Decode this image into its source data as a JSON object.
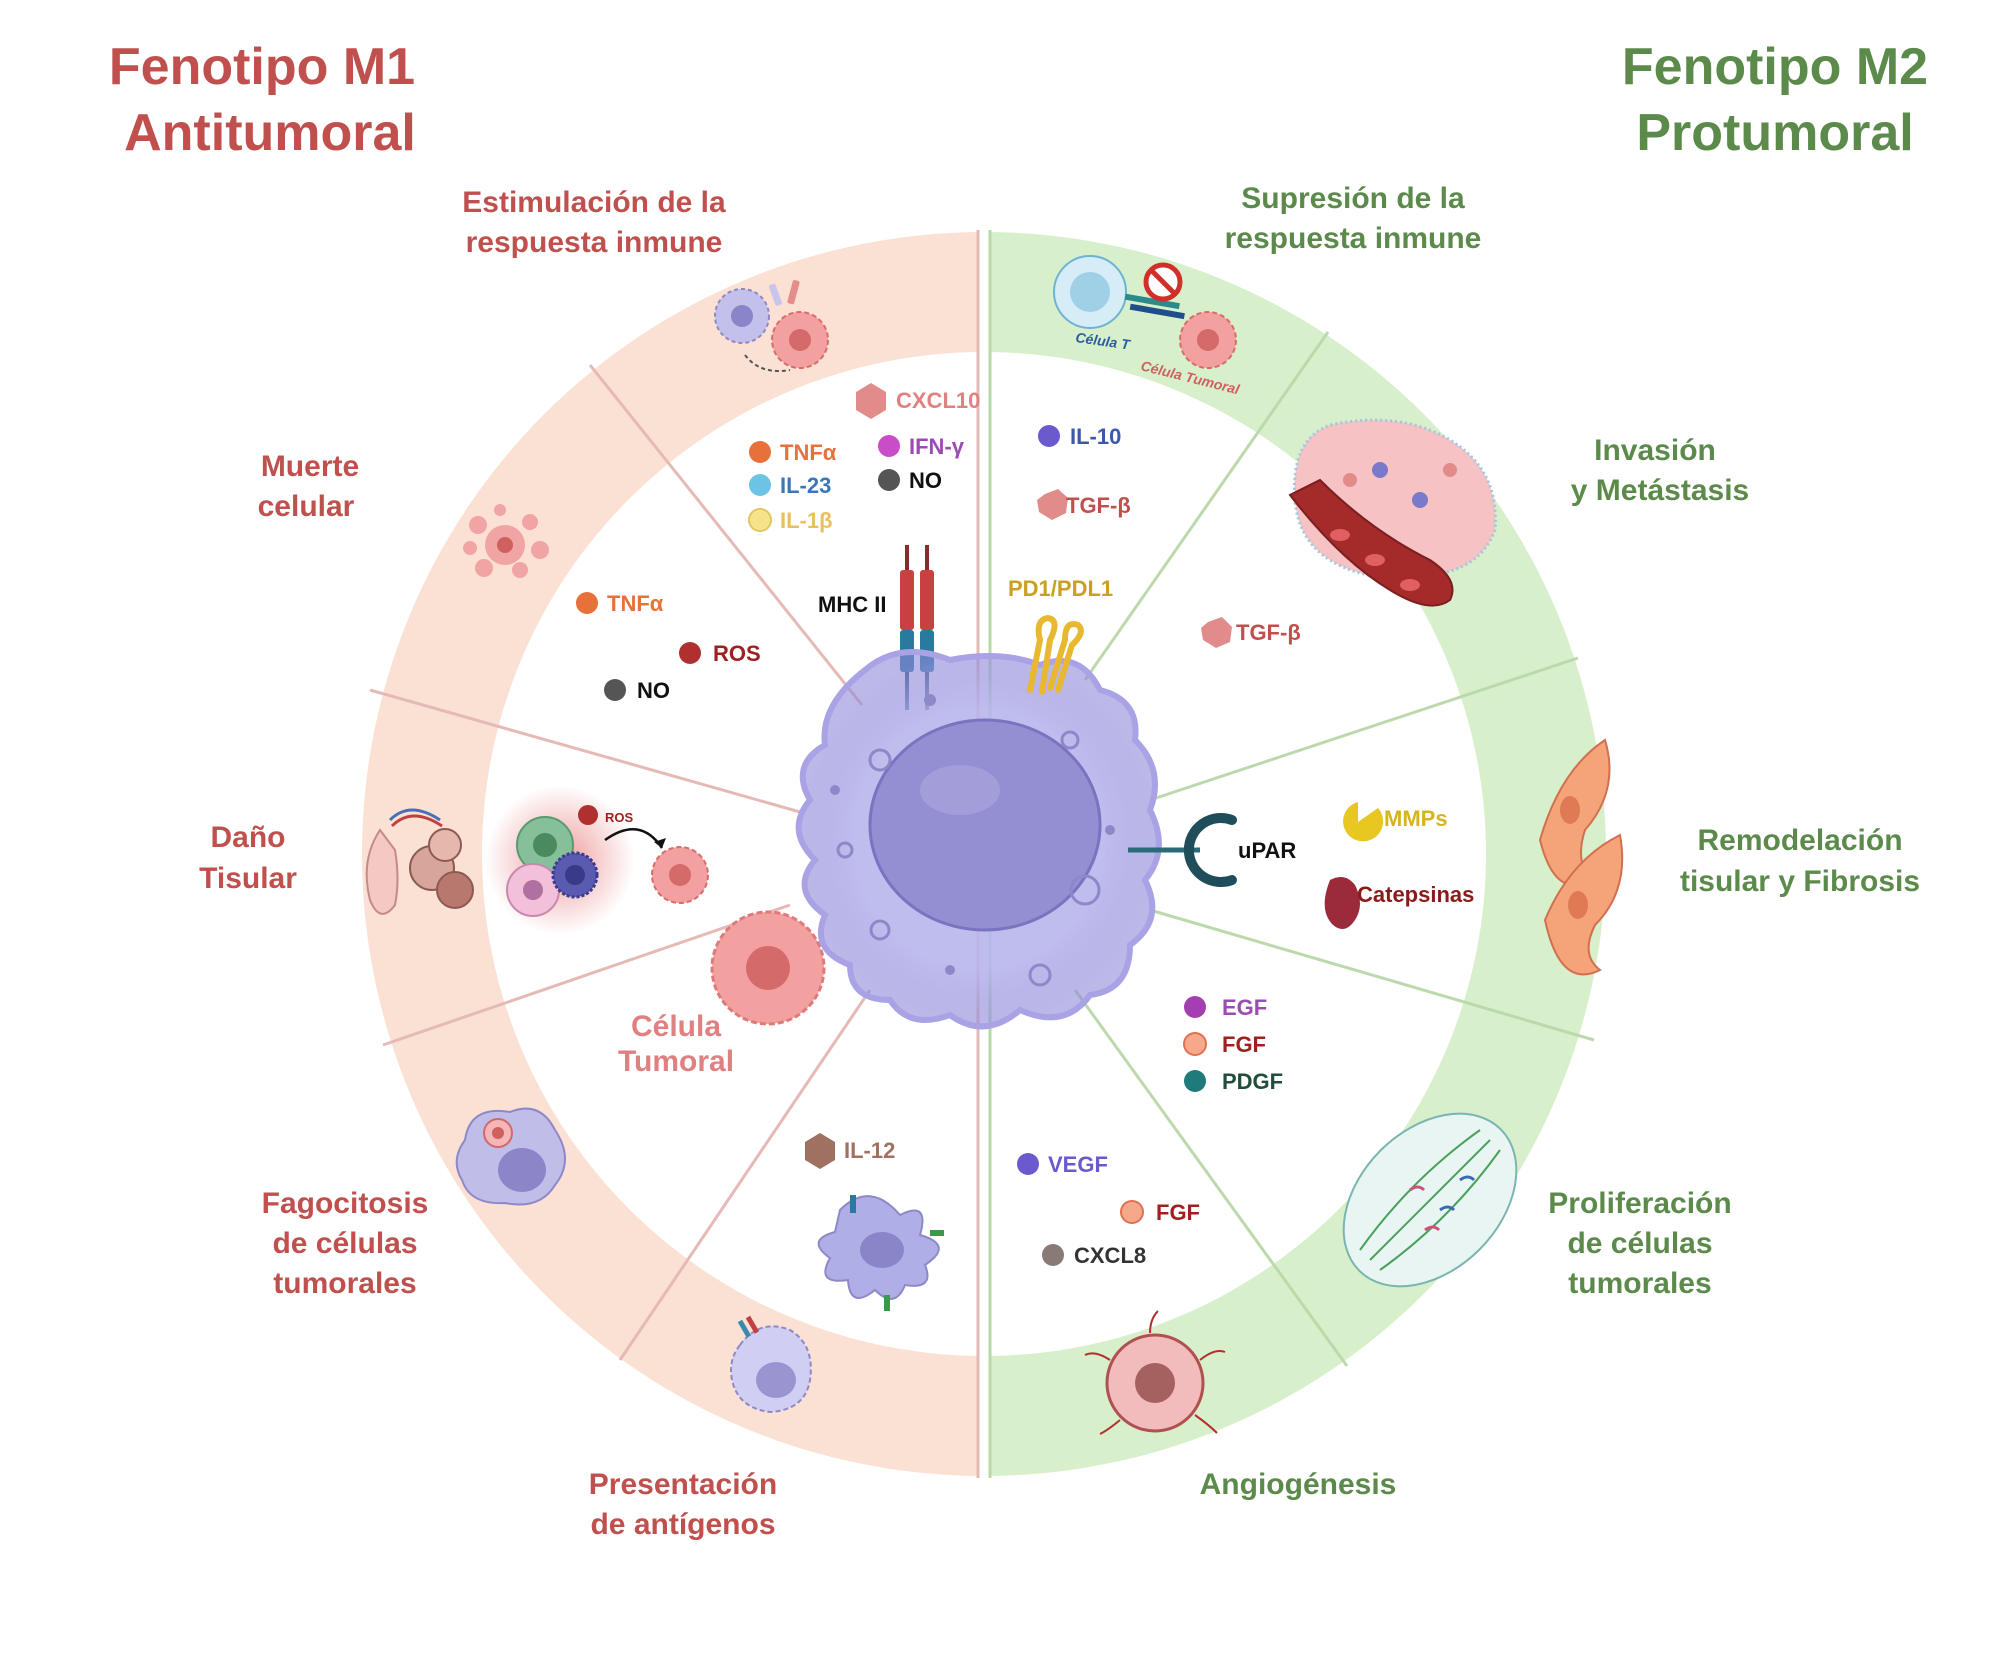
{
  "titles": {
    "m1_line1": "Fenotipo M1",
    "m1_line2": "Antitumoral",
    "m2_line1": "Fenotipo M2",
    "m2_line2": "Protumoral"
  },
  "m1_sections": {
    "stimulation": [
      "Estimulación de la",
      "respuesta inmune"
    ],
    "death": [
      "Muerte",
      "celular"
    ],
    "damage": [
      "Daño",
      "Tisular"
    ],
    "phagocytosis": [
      "Fagocitosis",
      "de células",
      "tumorales"
    ],
    "presentation": [
      "Presentación",
      "de antígenos"
    ]
  },
  "m2_sections": {
    "suppression": [
      "Supresión de la",
      "respuesta inmune"
    ],
    "invasion": [
      "Invasión",
      "y Metástasis"
    ],
    "remodeling": [
      "Remodelación",
      "tisular y Fibrosis"
    ],
    "proliferation": [
      "Proliferación",
      "de células",
      "tumorales"
    ],
    "angiogenesis": [
      "Angiogénesis"
    ]
  },
  "molecules": {
    "cxcl10": "CXCL10",
    "tnfa_stim": "TNFα",
    "ifng": "IFN-γ",
    "il23": "IL-23",
    "no_stim": "NO",
    "il1b": "IL-1β",
    "mhc2": "MHC II",
    "tnfa_death": "TNFα",
    "ros_death": "ROS",
    "no_death": "NO",
    "ros_small": "ROS",
    "tumor_cell": [
      "Célula",
      "Tumoral"
    ],
    "il12": "IL-12",
    "il10": "IL-10",
    "tgfb_1": "TGF-β",
    "pd1pdl1": "PD1/PDL1",
    "tgfb_2": "TGF-β",
    "t_cell": "Célula T",
    "tumor_cell_small": "Célula Tumoral",
    "mmps": "MMPs",
    "upar": "uPAR",
    "cathepsins": "Catepsinas",
    "egf": "EGF",
    "fgf_1": "FGF",
    "pdgf": "PDGF",
    "vegf": "VEGF",
    "fgf_2": "FGF",
    "cxcl8": "CXCL8"
  },
  "colors": {
    "m1_ring": "#fbe0d4",
    "m2_ring": "#d8efcc",
    "m1_text": "#c0504d",
    "m2_text": "#5b8a4b",
    "macrophage": "#b7b5e3"
  }
}
